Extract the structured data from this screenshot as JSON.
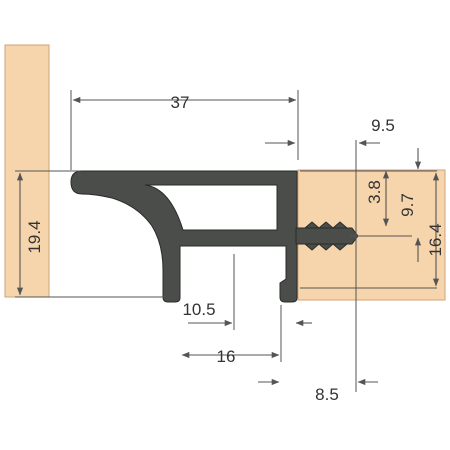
{
  "colors": {
    "wood": "#f6d5ac",
    "wood_edge": "#cfa27a",
    "profile": "#4a4d4a",
    "profile_edge": "#2a2c2a",
    "dim_line": "#555555",
    "dim_text": "#333333"
  },
  "dimensions": {
    "width_37": "37",
    "offset_9_5": "9.5",
    "height_3_8": "3.8",
    "height_9_7": "9.7",
    "height_16_4": "16.4",
    "height_19_4": "19.4",
    "gap_10_5": "10.5",
    "span_16": "16",
    "span_8_5": "8.5"
  }
}
